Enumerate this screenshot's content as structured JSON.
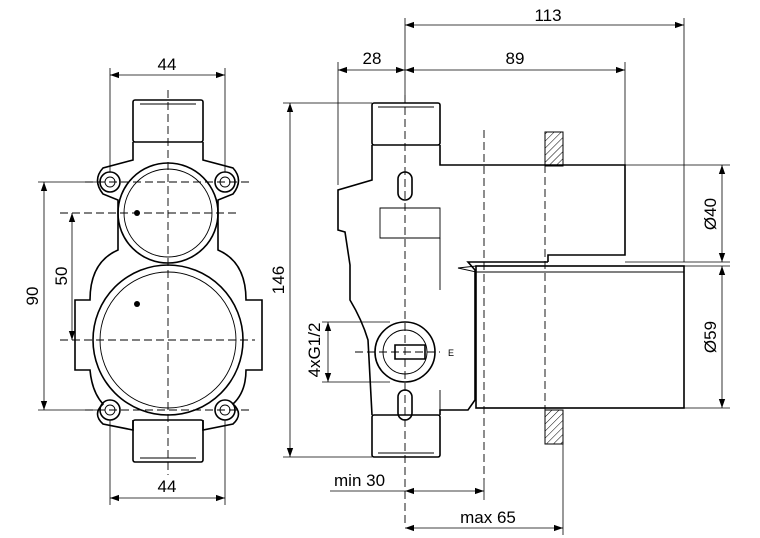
{
  "front_view": {
    "dim_top_width": "44",
    "dim_bottom_width": "44",
    "dim_total_height": "90",
    "dim_center_distance": "50"
  },
  "side_view": {
    "dim_overall_depth": "113",
    "dim_left_offset": "28",
    "dim_right_depth": "89",
    "dim_height": "146",
    "dim_small_diameter": "Ø40",
    "dim_large_diameter": "Ø59",
    "dim_thread": "4xG1/2",
    "dim_min_depth": "min 30",
    "dim_max_depth": "max 65"
  }
}
